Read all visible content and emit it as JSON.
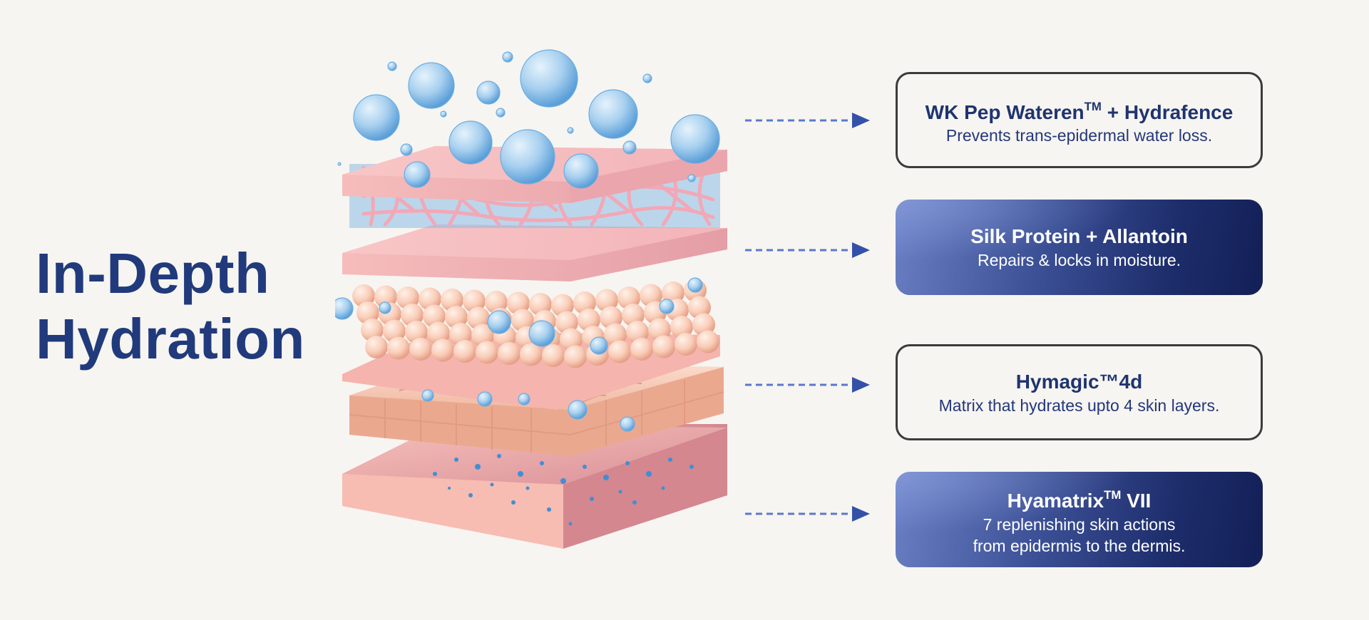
{
  "headline": {
    "line1": "In-Depth",
    "line2": "Hydration"
  },
  "colors": {
    "background": "#f7f5f1",
    "navy_text": "#213a7c",
    "card_border": "#3b3b3b",
    "card_gradient_start": "#6a7fc4",
    "card_gradient_end": "#131f56",
    "arrow": "#4f6fd0",
    "skin_pink": "#f5b8b8",
    "cell_peach": "#f8c8b4",
    "water_blue": "#8cc2ea"
  },
  "illustration": {
    "description": "Exploded 3D skin-layer diagram with water droplets",
    "layers": [
      {
        "name": "surface-barrier",
        "icon": "water-bubbles"
      },
      {
        "name": "protein-network",
        "icon": "mesh-network"
      },
      {
        "name": "cell-layer",
        "icon": "spheres"
      },
      {
        "name": "brick-layer",
        "icon": "bricks"
      },
      {
        "name": "dermis-base",
        "icon": "slab-with-droplets"
      }
    ]
  },
  "cards": [
    {
      "style": "outline",
      "title_main": "WK Pep Wateren",
      "title_tm": "TM",
      "title_rest": "+ Hydrafence",
      "desc_line1": "Prevents trans-epidermal water loss.",
      "desc_line2": ""
    },
    {
      "style": "filled",
      "title_main": "Silk Protein + Allantoin",
      "title_tm": "",
      "title_rest": "",
      "desc_line1": "Repairs & locks in moisture.",
      "desc_line2": ""
    },
    {
      "style": "outline",
      "title_main": "Hymagic™4d",
      "title_tm": "",
      "title_rest": "",
      "desc_line1": "Matrix that hydrates upto 4 skin layers.",
      "desc_line2": ""
    },
    {
      "style": "filled",
      "title_main": "Hyamatrix",
      "title_tm": "TM",
      "title_rest": " VII",
      "desc_line1": "7 replenishing skin actions",
      "desc_line2": "from epidermis to the dermis."
    }
  ],
  "arrows": [
    {
      "icon": "dashed-arrow-right-icon"
    },
    {
      "icon": "dashed-arrow-right-icon"
    },
    {
      "icon": "dashed-arrow-right-icon"
    },
    {
      "icon": "dashed-arrow-right-icon"
    }
  ]
}
